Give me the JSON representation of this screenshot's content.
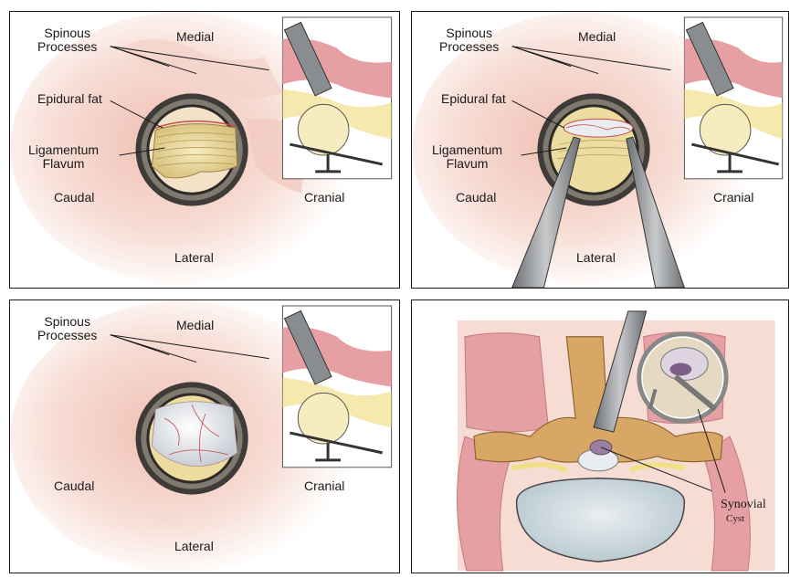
{
  "labels": {
    "spinous_processes_line1": "Spinous",
    "spinous_processes_line2": "Processes",
    "medial": "Medial",
    "epidural_fat": "Epidural fat",
    "ligamentum_line1": "Ligamentum",
    "ligamentum_line2": "Flavum",
    "caudal": "Caudal",
    "cranial": "Cranial",
    "lateral": "Lateral",
    "synovial": "Synovial",
    "cyst": "Cyst"
  },
  "colors": {
    "border": "#1a1a1a",
    "tissue_pink": "#f3cfc4",
    "ligament_yellow": "#ecdca0",
    "dura_white": "#e9ecf1",
    "muscle_red": "#e6a0a3",
    "bone_tan": "#d9a765",
    "disc_gray": "#cfd9df",
    "instrument_gray": "#8a8d90",
    "nerve_yellow": "#f1e08a"
  }
}
